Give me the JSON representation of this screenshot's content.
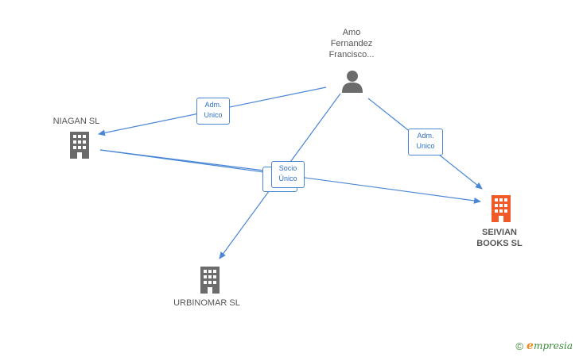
{
  "colors": {
    "edge": "#4a86d6",
    "company_gray": "#6b6b6b",
    "company_highlight": "#f05a28",
    "person_gray": "#6b6b6b"
  },
  "nodes": {
    "person": {
      "line1": "Amo",
      "line2": "Fernandez",
      "line3": "Francisco...",
      "icon": "person-icon"
    },
    "niagan": {
      "label": "NIAGAN SL",
      "icon": "building-icon"
    },
    "seivian": {
      "line1": "SEIVIAN",
      "line2": "BOOKS SL",
      "icon": "building-icon"
    },
    "urbinomar": {
      "label": "URBINOMAR SL",
      "icon": "building-icon"
    }
  },
  "edges": {
    "person_niagan": {
      "line1": "Adm.",
      "line2": "Unico"
    },
    "person_seivian": {
      "line1": "Adm.",
      "line2": "Unico"
    },
    "niagan_seivian": {
      "line1": "Socio",
      "line2": "Único"
    }
  },
  "footer": {
    "copyright": "©",
    "brand_initial": "e",
    "brand_rest": "mpresia"
  }
}
